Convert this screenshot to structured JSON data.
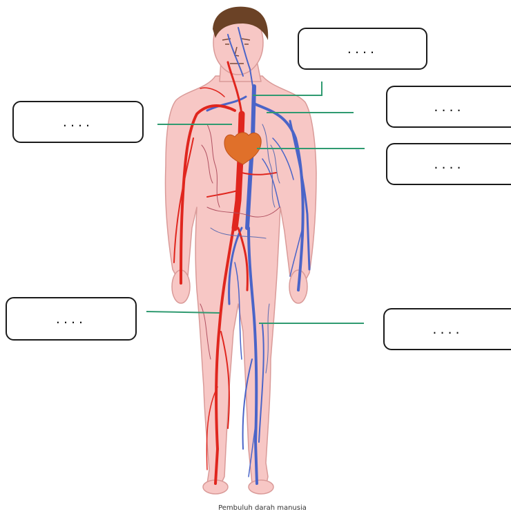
{
  "diagram": {
    "caption": "Pembuluh darah manusia",
    "labels": [
      {
        "id": "label-1",
        "text": "...."
      },
      {
        "id": "label-2",
        "text": "...."
      },
      {
        "id": "label-3",
        "text": "...."
      },
      {
        "id": "label-4",
        "text": "...."
      },
      {
        "id": "label-5",
        "text": "...."
      },
      {
        "id": "label-6",
        "text": "...."
      }
    ],
    "colors": {
      "skin": "#f7c7c5",
      "skin_outline": "#d99a98",
      "artery": "#e0261e",
      "vein": "#4a64c8",
      "heart": "#e0702a",
      "hair": "#6b4226",
      "leader_line": "#2f9a70",
      "box_border": "#1a1a1a"
    }
  }
}
